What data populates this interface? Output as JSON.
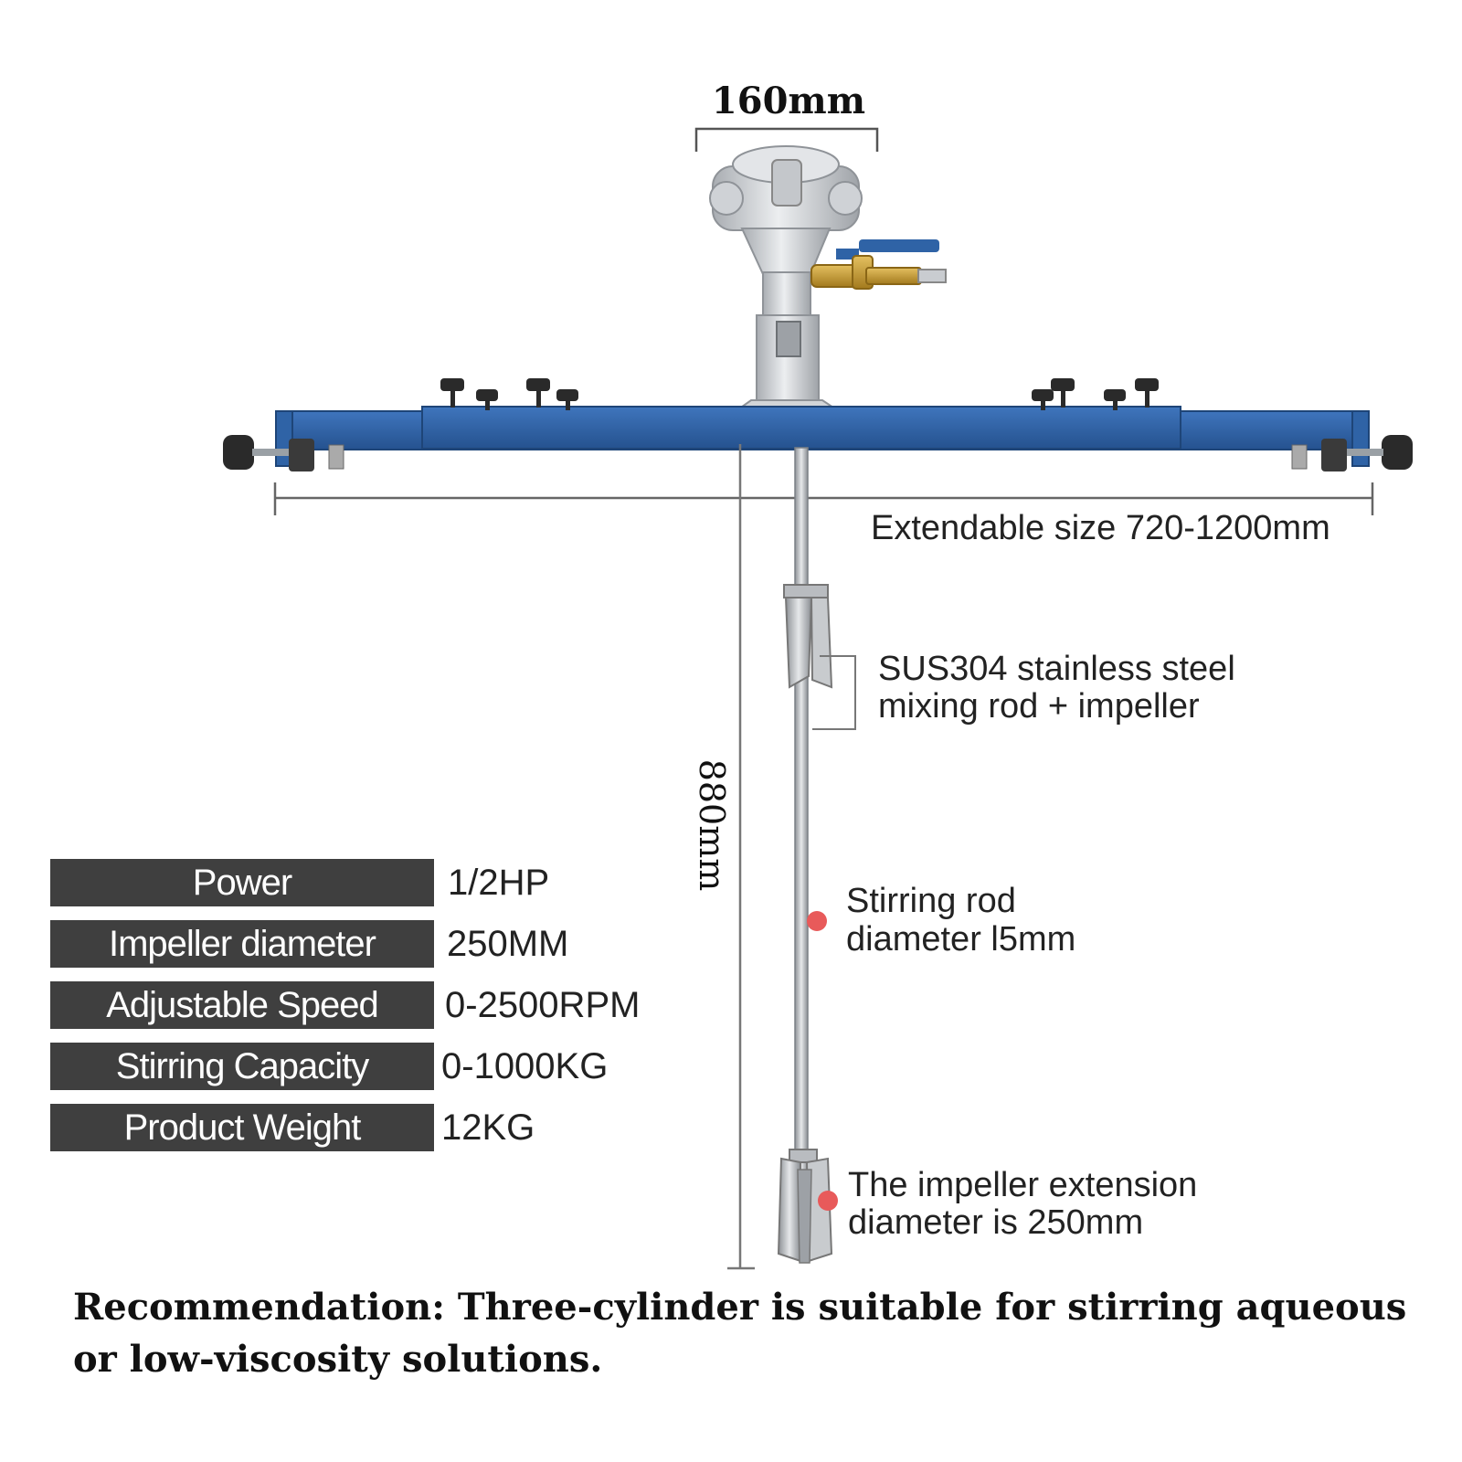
{
  "dimensions": {
    "motor_width": "160mm",
    "bar_length": "Extendable size 720-1200mm",
    "rod_length": "880mm"
  },
  "callouts": {
    "rod_material": [
      "SUS304 stainless steel",
      "mixing rod + impeller"
    ],
    "rod_diameter": [
      "Stirring rod",
      "diameter l5mm"
    ],
    "impeller_extension": [
      "The impeller extension",
      "diameter is 250mm"
    ]
  },
  "specs": [
    {
      "label": "Power",
      "value": "1/2HP"
    },
    {
      "label": "Impeller diameter",
      "value": "250MM"
    },
    {
      "label": "Adjustable Speed",
      "value": "0-2500RPM"
    },
    {
      "label": "Stirring Capacity",
      "value": "0-1000KG"
    },
    {
      "label": "Product Weight",
      "value": "12KG"
    }
  ],
  "recommendation": "Recommendation: Three-cylinder is suitable for stirring aqueous or low-viscosity solutions.",
  "colors": {
    "bar_blue": "#2f63a6",
    "spec_label_bg": "#3f3f3f",
    "marker_red": "#e85a5a",
    "motor_silver": "#d7d9dc",
    "valve_brass": "#c49a2c"
  },
  "icons": [
    "knob-icon",
    "ball-valve-icon",
    "air-motor-icon",
    "impeller-icon"
  ]
}
